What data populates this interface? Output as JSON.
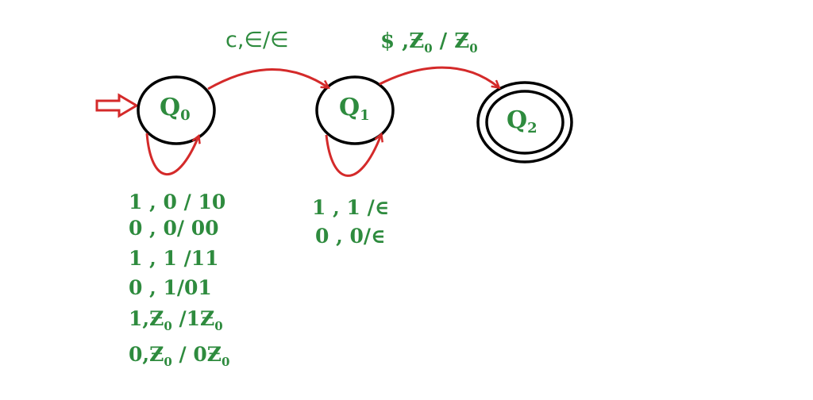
{
  "states": [
    {
      "id": "Q0",
      "letter": "Q",
      "sub": "0",
      "start": true,
      "accept": false
    },
    {
      "id": "Q1",
      "letter": "Q",
      "sub": "1",
      "start": false,
      "accept": false
    },
    {
      "id": "Q2",
      "letter": "Q",
      "sub": "2",
      "start": false,
      "accept": true
    }
  ],
  "transitions": {
    "q0_q1": "c,∈/∈",
    "q1_q2": {
      "pre": "$ ,Ƶ",
      "sub1": "0",
      "mid": " / Ƶ",
      "sub2": "0"
    },
    "q0_loop": [
      {
        "text": "1 , 0  / 10"
      },
      {
        "text": "0 , 0/ 00"
      },
      {
        "text": "1 , 1 /11"
      },
      {
        "text": "0 , 1/01"
      },
      {
        "pre": "1,Ƶ",
        "sub1": "0",
        "mid": " /1Ƶ",
        "sub2": "0"
      },
      {
        "pre": "0,Ƶ",
        "sub1": "0",
        "mid": " / 0Ƶ",
        "sub2": "0"
      }
    ],
    "q1_loop": [
      "1 , 1 /∈",
      "0 , 0/∈"
    ]
  },
  "colors": {
    "green": "#2e8b3e",
    "red": "#d42a2a",
    "black": "#000000"
  }
}
